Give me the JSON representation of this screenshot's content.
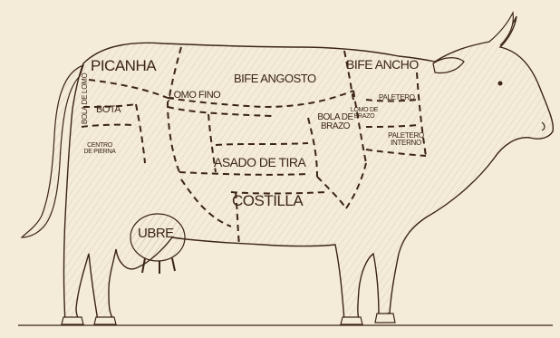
{
  "diagram": {
    "colors": {
      "background": "#f4ecd8",
      "ink": "#3b2416",
      "hatch": "#7a5a40"
    },
    "labels": {
      "picanha": "PICANHA",
      "bife_angosto": "BIFE ANGOSTO",
      "bife_ancho": "BIFE ANCHO",
      "lomo_fino": "LOMO FINO",
      "bola_de_lomo": "BOLA DE LOMO",
      "bota": "BOTA",
      "centro_de_pierna_1": "CENTRO",
      "centro_de_pierna_2": "DE PIERNA",
      "lomo_de_brazo_1": "LOMO DE",
      "lomo_de_brazo_2": "BRAZO",
      "bola_de_brazo_1": "BOLA DE",
      "bola_de_brazo_2": "BRAZO",
      "paletero": "PALETERO",
      "paletero_interno_1": "PALETERO",
      "paletero_interno_2": "INTERNO",
      "asado_de_tira": "ASADO DE TIRA",
      "costilla": "COSTILLA",
      "ubre": "UBRE"
    }
  }
}
